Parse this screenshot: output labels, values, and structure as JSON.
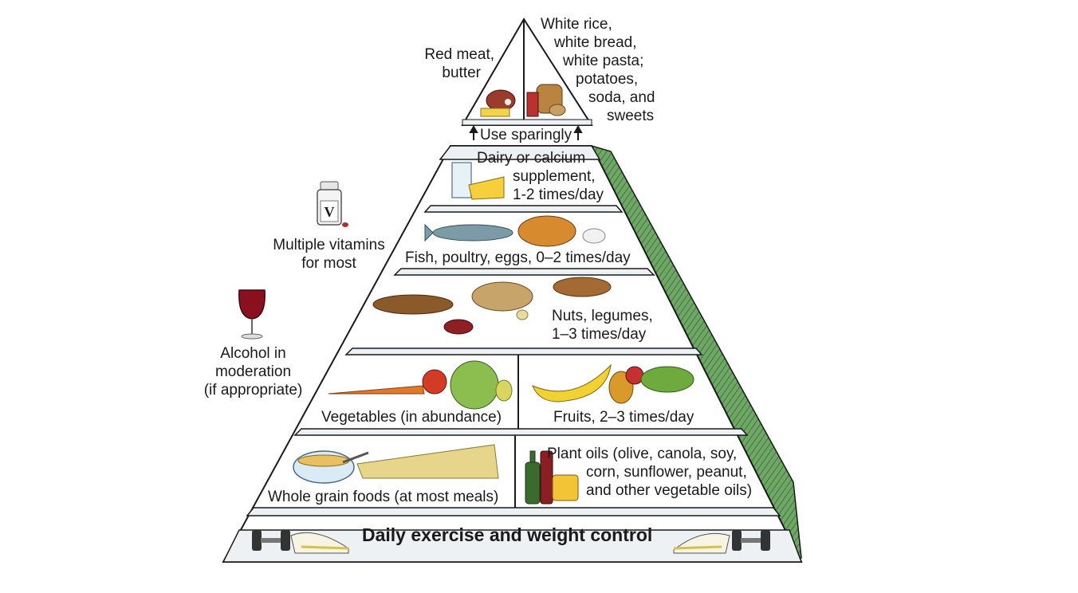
{
  "apex": {
    "left_label_lines": [
      "Red meat,",
      "butter"
    ],
    "right_label_lines": [
      "White rice,",
      "white bread,",
      "white pasta;",
      "potatoes,",
      "soda, and",
      "sweets"
    ],
    "use_sparingly": "Use sparingly"
  },
  "tiers": {
    "dairy_lines": [
      "Dairy or calcium",
      "supplement,",
      "1-2 times/day"
    ],
    "fish": "Fish, poultry, eggs, 0–2 times/day",
    "nuts_lines": [
      "Nuts, legumes,",
      "1–3 times/day"
    ],
    "vegetables": "Vegetables (in abundance)",
    "fruits": "Fruits, 2–3 times/day",
    "grains": "Whole grain foods (at most meals)",
    "oils_lines": [
      "Plant oils (olive, canola, soy,",
      "corn, sunflower, peanut,",
      "and other vegetable oils)"
    ],
    "base": "Daily exercise and weight control"
  },
  "side": {
    "vitamins_lines": [
      "Multiple vitamins",
      "for most"
    ],
    "vitamin_badge": "V",
    "alcohol_lines": [
      "Alcohol in",
      "moderation",
      "(if appropriate)"
    ]
  },
  "colors": {
    "side_green": "#5e9a55",
    "side_green_dark": "#2f5f2e",
    "outline": "#1a1a1a",
    "shelf": "#eef1f3"
  }
}
